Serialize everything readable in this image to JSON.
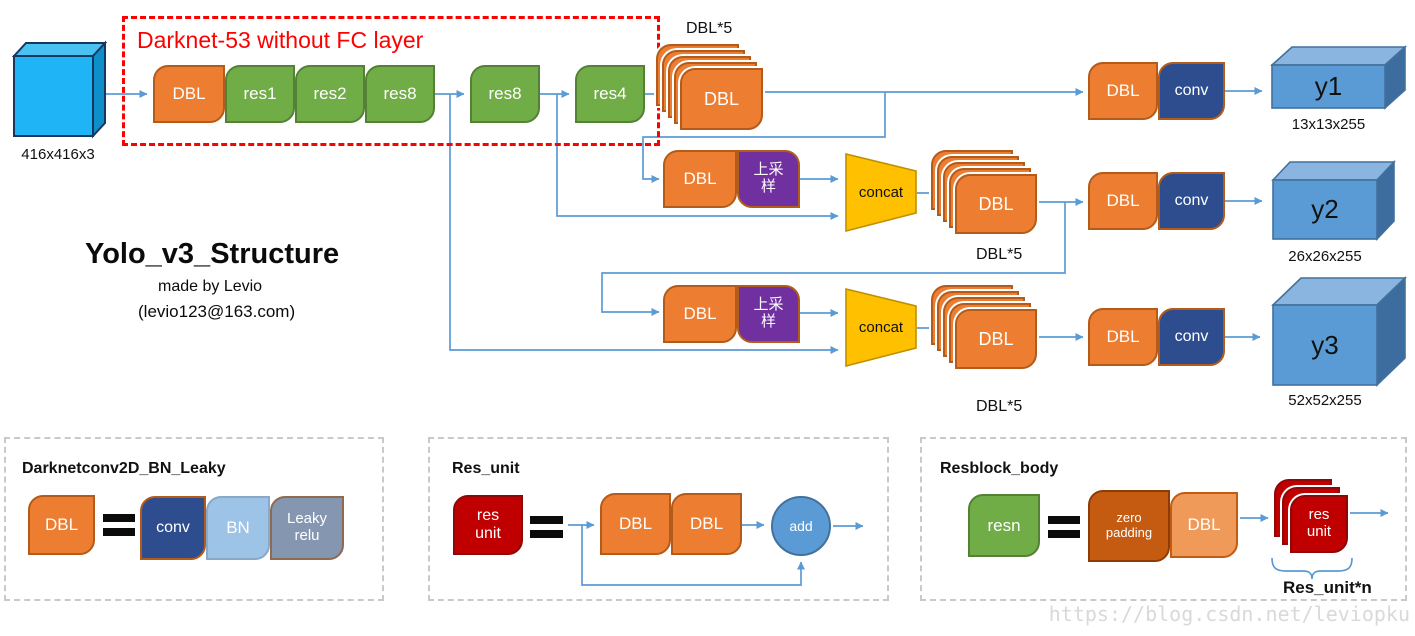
{
  "title_block": {
    "title": "Yolo_v3_Structure",
    "subtitle": "made by Levio",
    "contact": "(levio123@163.com)"
  },
  "input": {
    "dims": "416x416x3"
  },
  "backbone": {
    "box_title": "Darknet-53 without FC layer",
    "blocks": [
      {
        "label": "DBL"
      },
      {
        "label": "res1"
      },
      {
        "label": "res2"
      },
      {
        "label": "res8"
      },
      {
        "label": "res8"
      },
      {
        "label": "res4"
      }
    ]
  },
  "scales": [
    {
      "stack_label": "DBL*5",
      "stack_text": "DBL",
      "head_dbl": "DBL",
      "head_conv": "conv",
      "output": "y1",
      "output_dims": "13x13x255"
    },
    {
      "pre_dbl": "DBL",
      "upsample_l1": "上采",
      "upsample_l2": "样",
      "concat": "concat",
      "stack_label": "DBL*5",
      "stack_text": "DBL",
      "head_dbl": "DBL",
      "head_conv": "conv",
      "output": "y2",
      "output_dims": "26x26x255"
    },
    {
      "pre_dbl": "DBL",
      "upsample_l1": "上采",
      "upsample_l2": "样",
      "concat": "concat",
      "stack_label": "DBL*5",
      "stack_text": "DBL",
      "head_dbl": "DBL",
      "head_conv": "conv",
      "output": "y3",
      "output_dims": "52x52x255"
    }
  ],
  "legend_dbl": {
    "title": "Darknetconv2D_BN_Leaky",
    "lhs": "DBL",
    "conv": "conv",
    "bn": "BN",
    "leaky_l1": "Leaky",
    "leaky_l2": "relu"
  },
  "legend_res_unit": {
    "title": "Res_unit",
    "lhs_l1": "res",
    "lhs_l2": "unit",
    "dbl1": "DBL",
    "dbl2": "DBL",
    "add": "add"
  },
  "legend_resblock": {
    "title": "Resblock_body",
    "lhs": "resn",
    "zero_l1": "zero",
    "zero_l2": "padding",
    "dbl": "DBL",
    "stack_l1": "res",
    "stack_l2": "unit",
    "stack_label": "Res_unit*n"
  },
  "watermark": "https://blog.csdn.net/leviopku",
  "colors": {
    "dbl_orange": "#ED7D31",
    "res_green": "#70AD47",
    "upsample_purple": "#7030A0",
    "conv_navy": "#2E4D8E",
    "concat_yellow": "#FFC000",
    "res_unit_red": "#C00000",
    "zero_padding_brown": "#C55A11",
    "legend_dbl_light_orange": "#F09A5A",
    "bn_light_blue": "#9DC3E6",
    "leaky_gray_blue": "#8496B0",
    "input_cyan": "#1FB4F5",
    "output_blue": "#5B9BD5",
    "wire_blue": "#5B9BD5",
    "backbone_dashed_red": "#FF0000",
    "legend_dashed_gray": "#C9C9C9",
    "watermark_gray": "#D9D9D9"
  }
}
